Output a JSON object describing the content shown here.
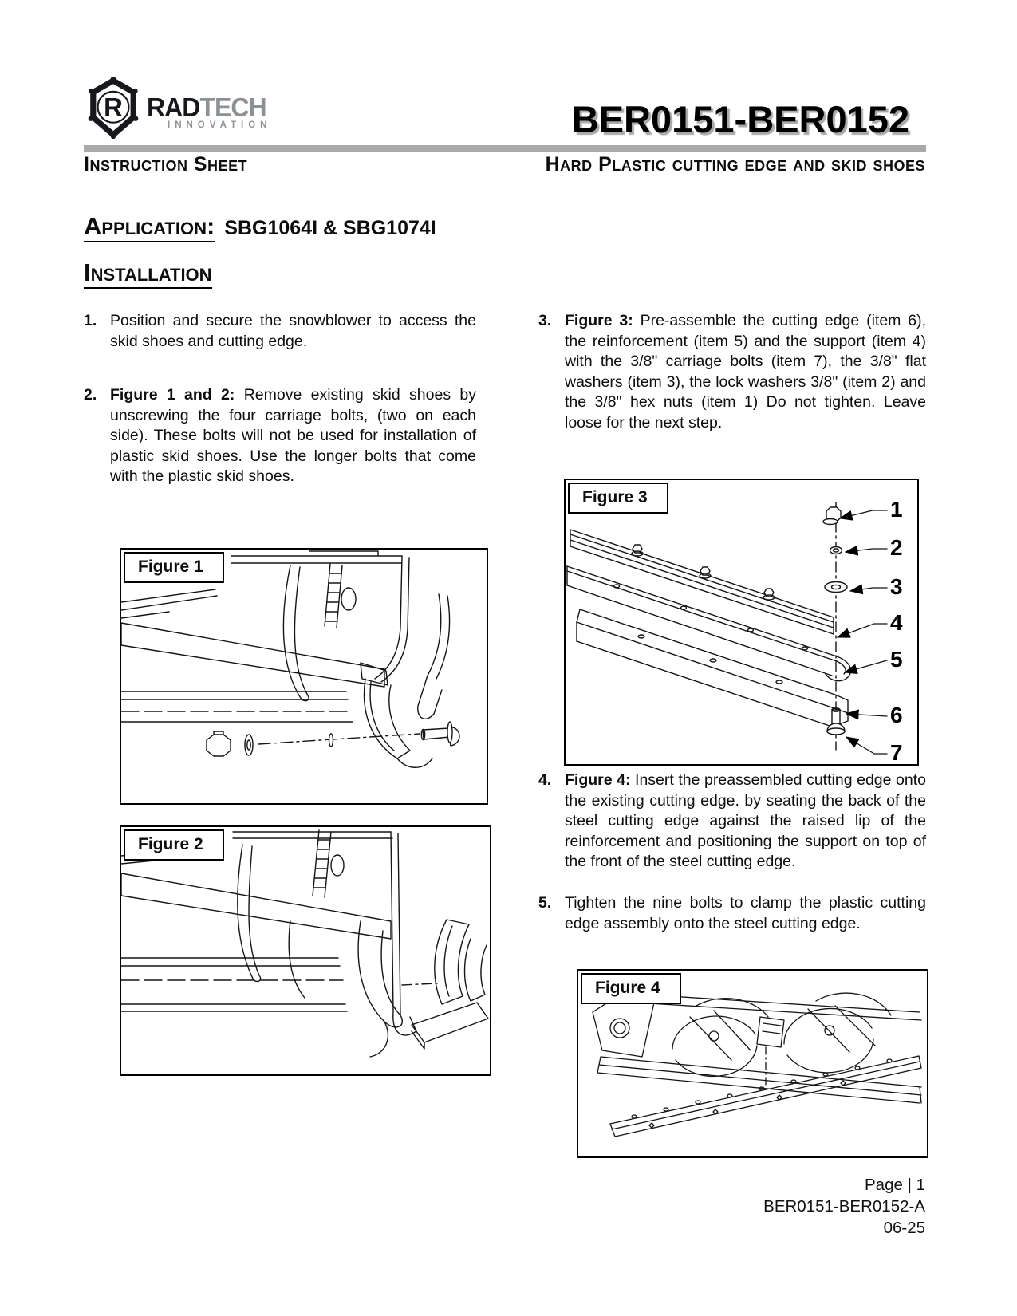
{
  "header": {
    "brand": {
      "badge_letter": "R",
      "name_primary": "RAD",
      "name_secondary": "TECH",
      "tagline": "INNOVATION"
    },
    "doc_number": "BER0151-BER0152",
    "sheet_type": "Instruction Sheet",
    "product_title": "Hard Plastic cutting edge and skid shoes"
  },
  "application": {
    "label": "Application:",
    "models": "SBG1064I & SBG1074I"
  },
  "installation_heading": "Installation",
  "instructions": [
    {
      "num": "1.",
      "bold": "",
      "text": "Position and secure the snowblower to access the skid shoes and cutting edge."
    },
    {
      "num": "2.",
      "bold": "Figure 1 and 2: ",
      "text": "Remove existing skid shoes by unscrewing the four carriage bolts, (two on each side). These bolts will not be used for installation of plastic skid shoes. Use the longer bolts that come with the plastic skid shoes."
    },
    {
      "num": "3.",
      "bold": "Figure 3: ",
      "text": "Pre-assemble the cutting edge (item 6), the reinforcement (item 5) and the support (item 4) with the 3/8\" carriage bolts (item 7), the 3/8\" flat washers (item 3), the lock washers 3/8\" (item 2) and the 3/8\" hex nuts (item 1) Do not tighten. Leave loose for the next step."
    },
    {
      "num": "4.",
      "bold": "Figure 4: ",
      "text": "Insert the preassembled cutting edge onto the existing cutting edge. by seating the back of the steel cutting edge against the raised lip of the reinforcement and positioning the support on top of the front of the steel cutting edge."
    },
    {
      "num": "5.",
      "bold": "",
      "text": "Tighten the nine bolts to clamp the plastic cutting edge assembly onto the steel cutting edge."
    }
  ],
  "figures": {
    "fig1": {
      "label": "Figure 1"
    },
    "fig2": {
      "label": "Figure 2"
    },
    "fig3": {
      "label": "Figure 3",
      "callouts": [
        "1",
        "2",
        "3",
        "4",
        "5",
        "6",
        "7"
      ]
    },
    "fig4": {
      "label": "Figure 4"
    }
  },
  "footer": {
    "page": "Page | 1",
    "doc_rev": "BER0151-BER0152-A",
    "date": "06-25"
  },
  "colors": {
    "rule_gray": "#a9a9a9",
    "logo_gray": "#8e9194",
    "line_black": "#151515"
  }
}
